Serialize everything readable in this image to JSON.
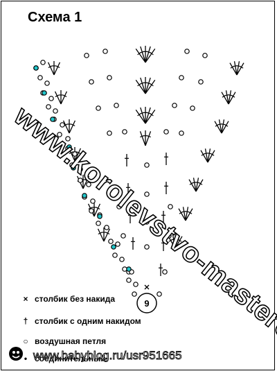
{
  "title": "Схема 1",
  "colors": {
    "ink": "#000000",
    "accent": "#22c7cc",
    "paper": "#ffffff"
  },
  "center_label": "9",
  "legend": [
    {
      "icon": "sc-cross-icon",
      "symbol": "×",
      "text": "столбик без накида"
    },
    {
      "icon": "dc-stitch-icon",
      "symbol": "†",
      "text": "столбик с одним накидом"
    },
    {
      "icon": "chain-loop-icon",
      "symbol": "○",
      "text": "воздушная петля"
    },
    {
      "icon": "slip-stitch-icon",
      "symbol": "•",
      "text": "соединительный"
    }
  ],
  "watermark": "www.korolevstvo-masterov.ru",
  "footer": "www.babyblog.ru/usr951665"
}
